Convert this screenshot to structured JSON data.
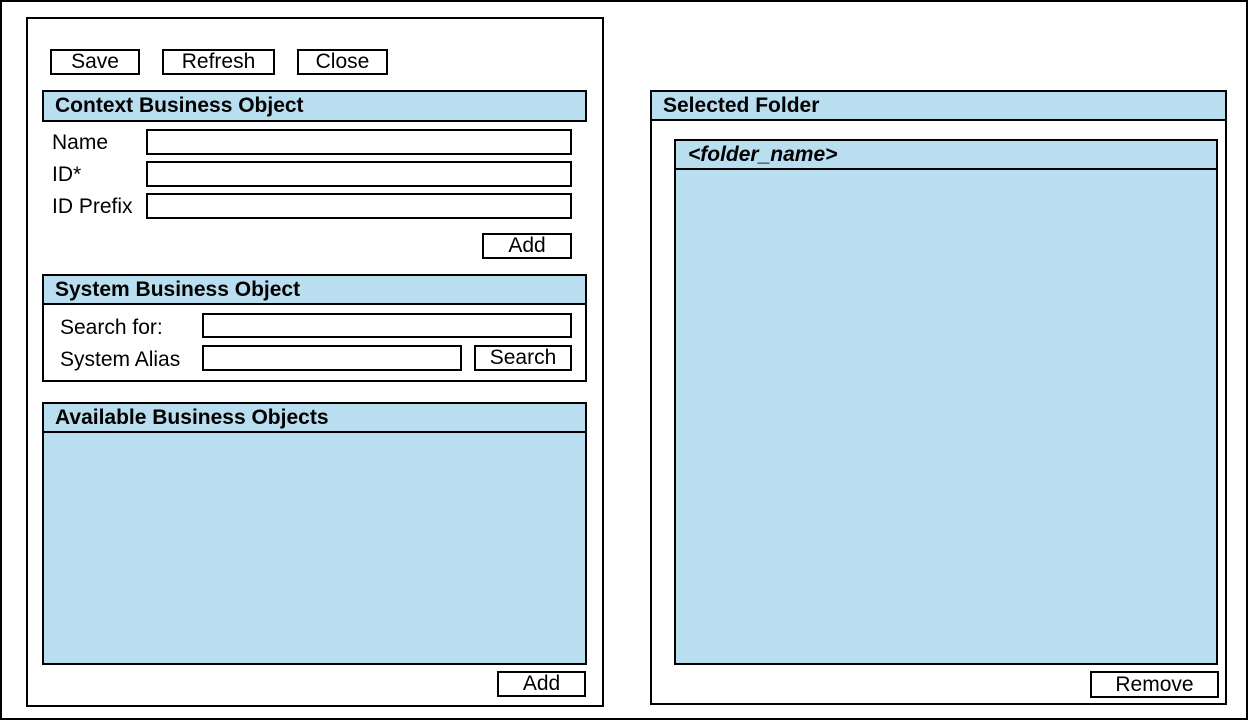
{
  "colors": {
    "section_header_bg": "#B9DEEF",
    "list_area_bg": "#B9DEEF",
    "border": "#000000",
    "background": "#FFFFFF"
  },
  "toolbar": {
    "save_label": "Save",
    "refresh_label": "Refresh",
    "close_label": "Close"
  },
  "context_business_object": {
    "title": "Context Business Object",
    "fields": [
      {
        "label": "Name",
        "value": ""
      },
      {
        "label": "ID*",
        "value": ""
      },
      {
        "label": "ID Prefix",
        "value": ""
      }
    ],
    "add_button_label": "Add"
  },
  "system_business_object": {
    "title": "System Business Object",
    "search_for": {
      "label": "Search for:",
      "value": ""
    },
    "system_alias": {
      "label": "System Alias",
      "value": ""
    },
    "search_button_label": "Search"
  },
  "available_business_objects": {
    "title": "Available Business Objects",
    "items": [],
    "add_button_label": "Add"
  },
  "selected_folder": {
    "title": "Selected Folder",
    "folder_name": "<folder_name>",
    "items": [],
    "remove_button_label": "Remove"
  }
}
